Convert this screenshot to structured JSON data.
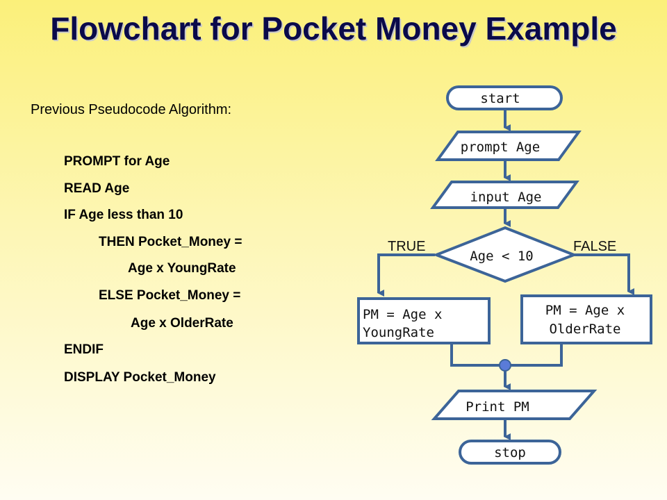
{
  "title": "Flowchart for Pocket Money Example",
  "pseudocode": {
    "intro": "Previous Pseudocode Algorithm:",
    "lines": [
      "PROMPT for Age",
      "READ Age",
      "IF Age less than 10",
      "THEN Pocket_Money =",
      "Age x YoungRate",
      "ELSE Pocket_Money =",
      "Age x OlderRate",
      "ENDIF",
      "DISPLAY Pocket_Money"
    ]
  },
  "flowchart": {
    "start": "start",
    "prompt": "prompt Age",
    "input": "input Age",
    "decision": "Age < 10",
    "true_label": "TRUE",
    "false_label": "FALSE",
    "true_box": [
      "PM = Age x",
      "YoungRate"
    ],
    "false_box": [
      "PM = Age x",
      "OlderRate"
    ],
    "print": "Print PM",
    "stop": "stop"
  },
  "colors": {
    "shape_stroke": "#3c6498",
    "connector_dot": "#5a7bd8",
    "title_text": "#0a0a4a"
  }
}
